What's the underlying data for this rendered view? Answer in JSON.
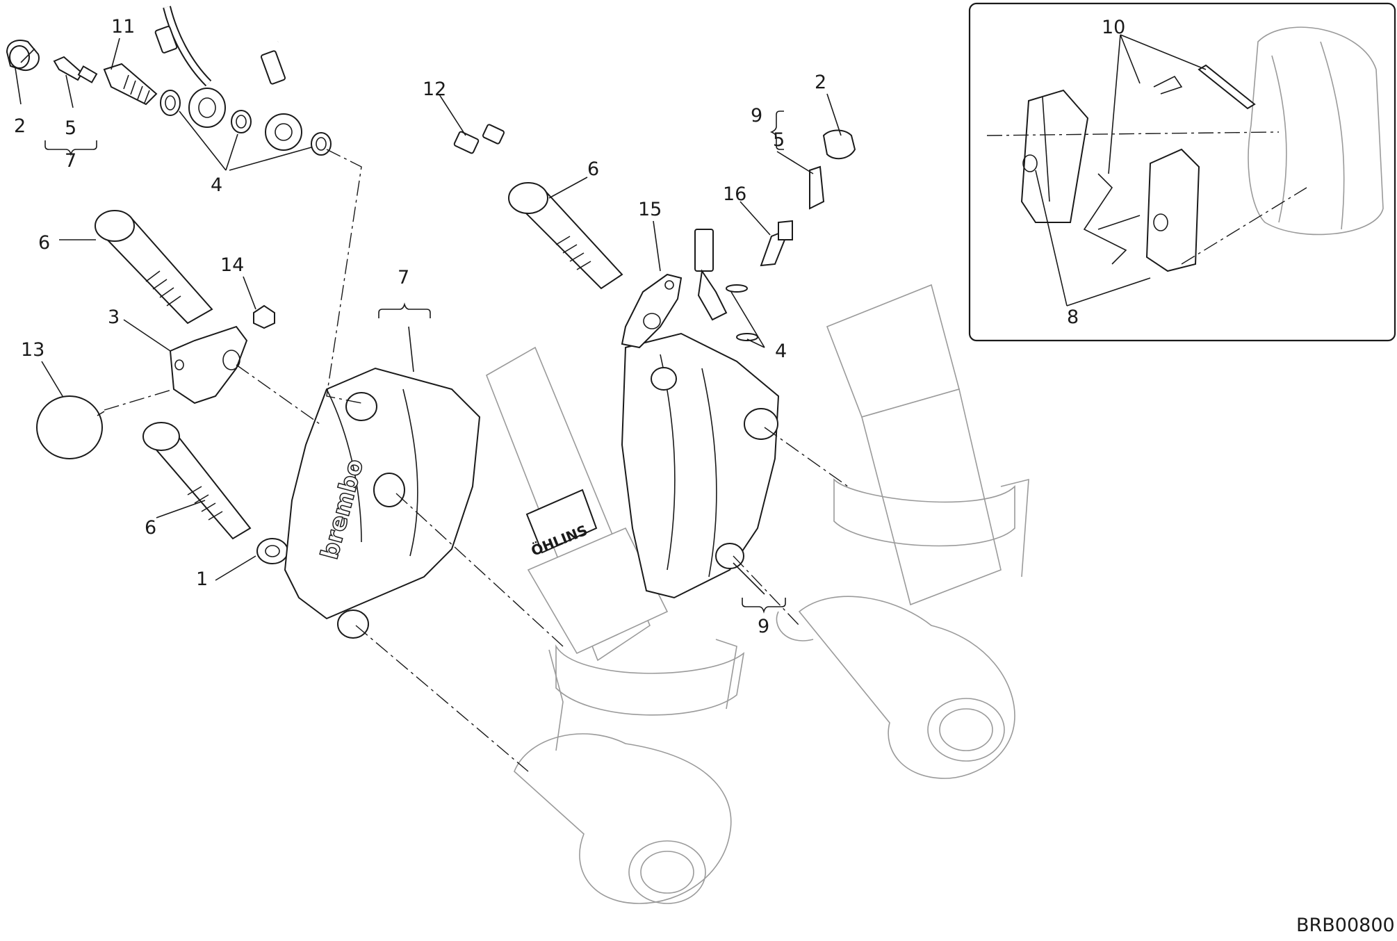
{
  "diagram": {
    "drawing_code": "BRB00800",
    "caliper_brand": "brembo",
    "fork_brand": "ÖHLINS",
    "callouts": [
      {
        "id": "c2a",
        "text": "2"
      },
      {
        "id": "c5a",
        "text": "5"
      },
      {
        "id": "c7a",
        "text": "7"
      },
      {
        "id": "c11",
        "text": "11"
      },
      {
        "id": "c4a",
        "text": "4"
      },
      {
        "id": "c12",
        "text": "12"
      },
      {
        "id": "c6a",
        "text": "6"
      },
      {
        "id": "c14",
        "text": "14"
      },
      {
        "id": "c3",
        "text": "3"
      },
      {
        "id": "c13",
        "text": "13"
      },
      {
        "id": "c6b",
        "text": "6"
      },
      {
        "id": "c1",
        "text": "1"
      },
      {
        "id": "c7b",
        "text": "7"
      },
      {
        "id": "c6c",
        "text": "6"
      },
      {
        "id": "c15",
        "text": "15"
      },
      {
        "id": "c16",
        "text": "16"
      },
      {
        "id": "c9a",
        "text": "9"
      },
      {
        "id": "c5b",
        "text": "5"
      },
      {
        "id": "c2b",
        "text": "2"
      },
      {
        "id": "c4b",
        "text": "4"
      },
      {
        "id": "c9b",
        "text": "9"
      },
      {
        "id": "c10",
        "text": "10"
      },
      {
        "id": "c8",
        "text": "8"
      }
    ]
  }
}
